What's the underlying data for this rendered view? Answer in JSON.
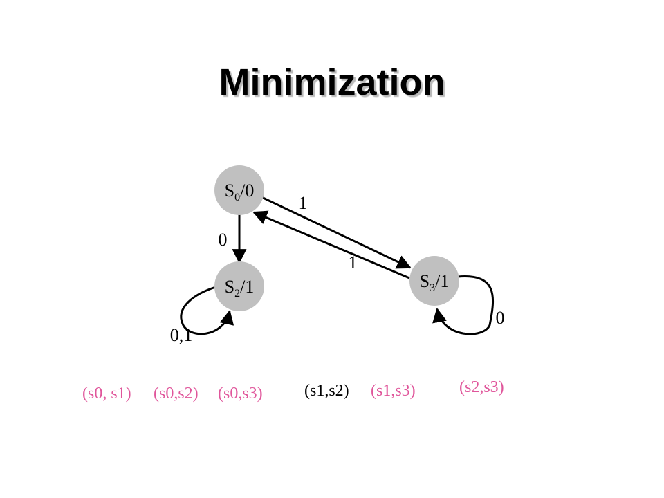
{
  "title": "Minimization",
  "colors": {
    "node_fill": "#c0c0c0",
    "edge": "#000000",
    "highlight_pair": "#e0569b",
    "plain_pair": "#000000"
  },
  "states": [
    {
      "id": "s0",
      "name": "S",
      "sub": "0",
      "output": "/0"
    },
    {
      "id": "s2",
      "name": "S",
      "sub": "2",
      "output": "/1"
    },
    {
      "id": "s3",
      "name": "S",
      "sub": "3",
      "output": "/1"
    }
  ],
  "edges": [
    {
      "from": "s0",
      "to": "s3",
      "label": "1"
    },
    {
      "from": "s3",
      "to": "s0",
      "label": "1"
    },
    {
      "from": "s0",
      "to": "s2",
      "label": "0"
    },
    {
      "from": "s2",
      "to": "s2",
      "label": "0,1"
    },
    {
      "from": "s3",
      "to": "s3",
      "label": "0"
    }
  ],
  "pairs": [
    {
      "text": "(s0, s1)",
      "color": "#e0569b"
    },
    {
      "text": "(s0,s2)",
      "color": "#e0569b"
    },
    {
      "text": "(s0,s3)",
      "color": "#e0569b"
    },
    {
      "text": "(s1,s2)",
      "color": "#000000"
    },
    {
      "text": "(s1,s3)",
      "color": "#e0569b"
    },
    {
      "text": "(s2,s3)",
      "color": "#e0569b"
    }
  ]
}
